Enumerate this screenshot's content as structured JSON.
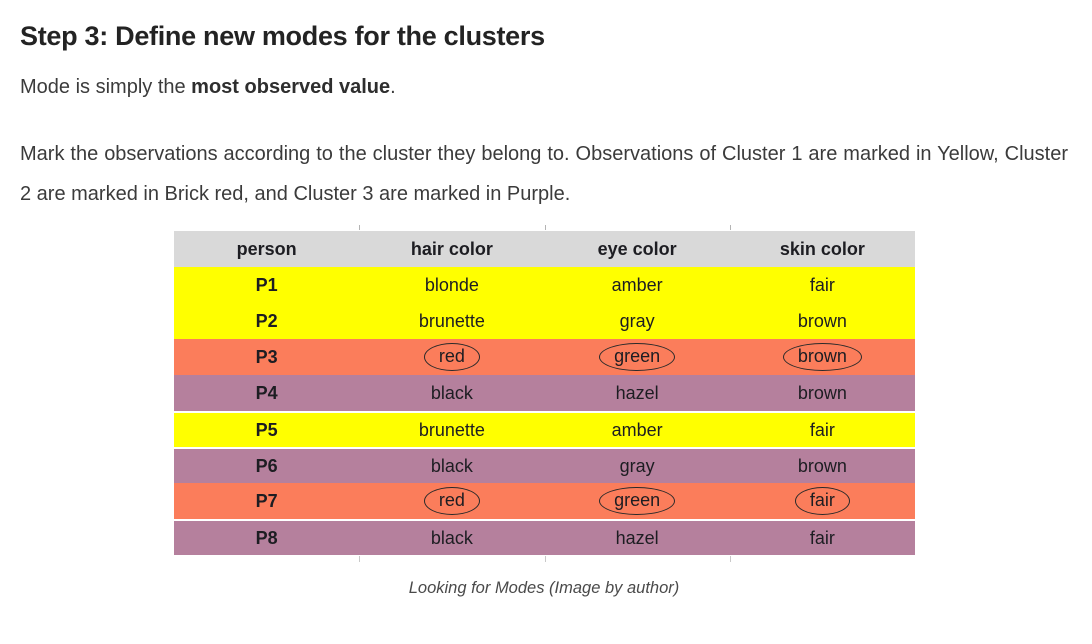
{
  "article": {
    "heading": "Step 3: Define new modes for the clusters",
    "intro_prefix": "Mode is simply the ",
    "intro_bold": "most observed value",
    "intro_suffix": ".",
    "paragraph": "Mark the observations according to the cluster they belong to. Observations of Cluster 1 are marked in Yellow, Cluster 2 are marked in Brick red, and Cluster 3 are marked in Purple.",
    "caption": "Looking for Modes (Image by author)"
  },
  "table": {
    "columns": [
      "person",
      "hair color",
      "eye color",
      "skin color"
    ],
    "rows": [
      {
        "person": "P1",
        "values": [
          "blonde",
          "amber",
          "fair"
        ],
        "cluster": "1",
        "circled": false,
        "separator_top": false
      },
      {
        "person": "P2",
        "values": [
          "brunette",
          "gray",
          "brown"
        ],
        "cluster": "1",
        "circled": false,
        "separator_top": false
      },
      {
        "person": "P3",
        "values": [
          "red",
          "green",
          "brown"
        ],
        "cluster": "2",
        "circled": true,
        "separator_top": false
      },
      {
        "person": "P4",
        "values": [
          "black",
          "hazel",
          "brown"
        ],
        "cluster": "3",
        "circled": false,
        "separator_top": false
      },
      {
        "person": "P5",
        "values": [
          "brunette",
          "amber",
          "fair"
        ],
        "cluster": "1",
        "circled": false,
        "separator_top": true
      },
      {
        "person": "P6",
        "values": [
          "black",
          "gray",
          "brown"
        ],
        "cluster": "3",
        "circled": false,
        "separator_top": true
      },
      {
        "person": "P7",
        "values": [
          "red",
          "green",
          "fair"
        ],
        "cluster": "2",
        "circled": true,
        "separator_top": false
      },
      {
        "person": "P8",
        "values": [
          "black",
          "hazel",
          "fair"
        ],
        "cluster": "3",
        "circled": false,
        "separator_top": true
      }
    ],
    "cluster_colors": {
      "1": "#ffff00",
      "2": "#fb7d5b",
      "3": "#b5809d"
    },
    "header_bg": "#d9d9d9",
    "cluster_legend": {
      "1": "Yellow",
      "2": "Brick red",
      "3": "Purple"
    }
  }
}
